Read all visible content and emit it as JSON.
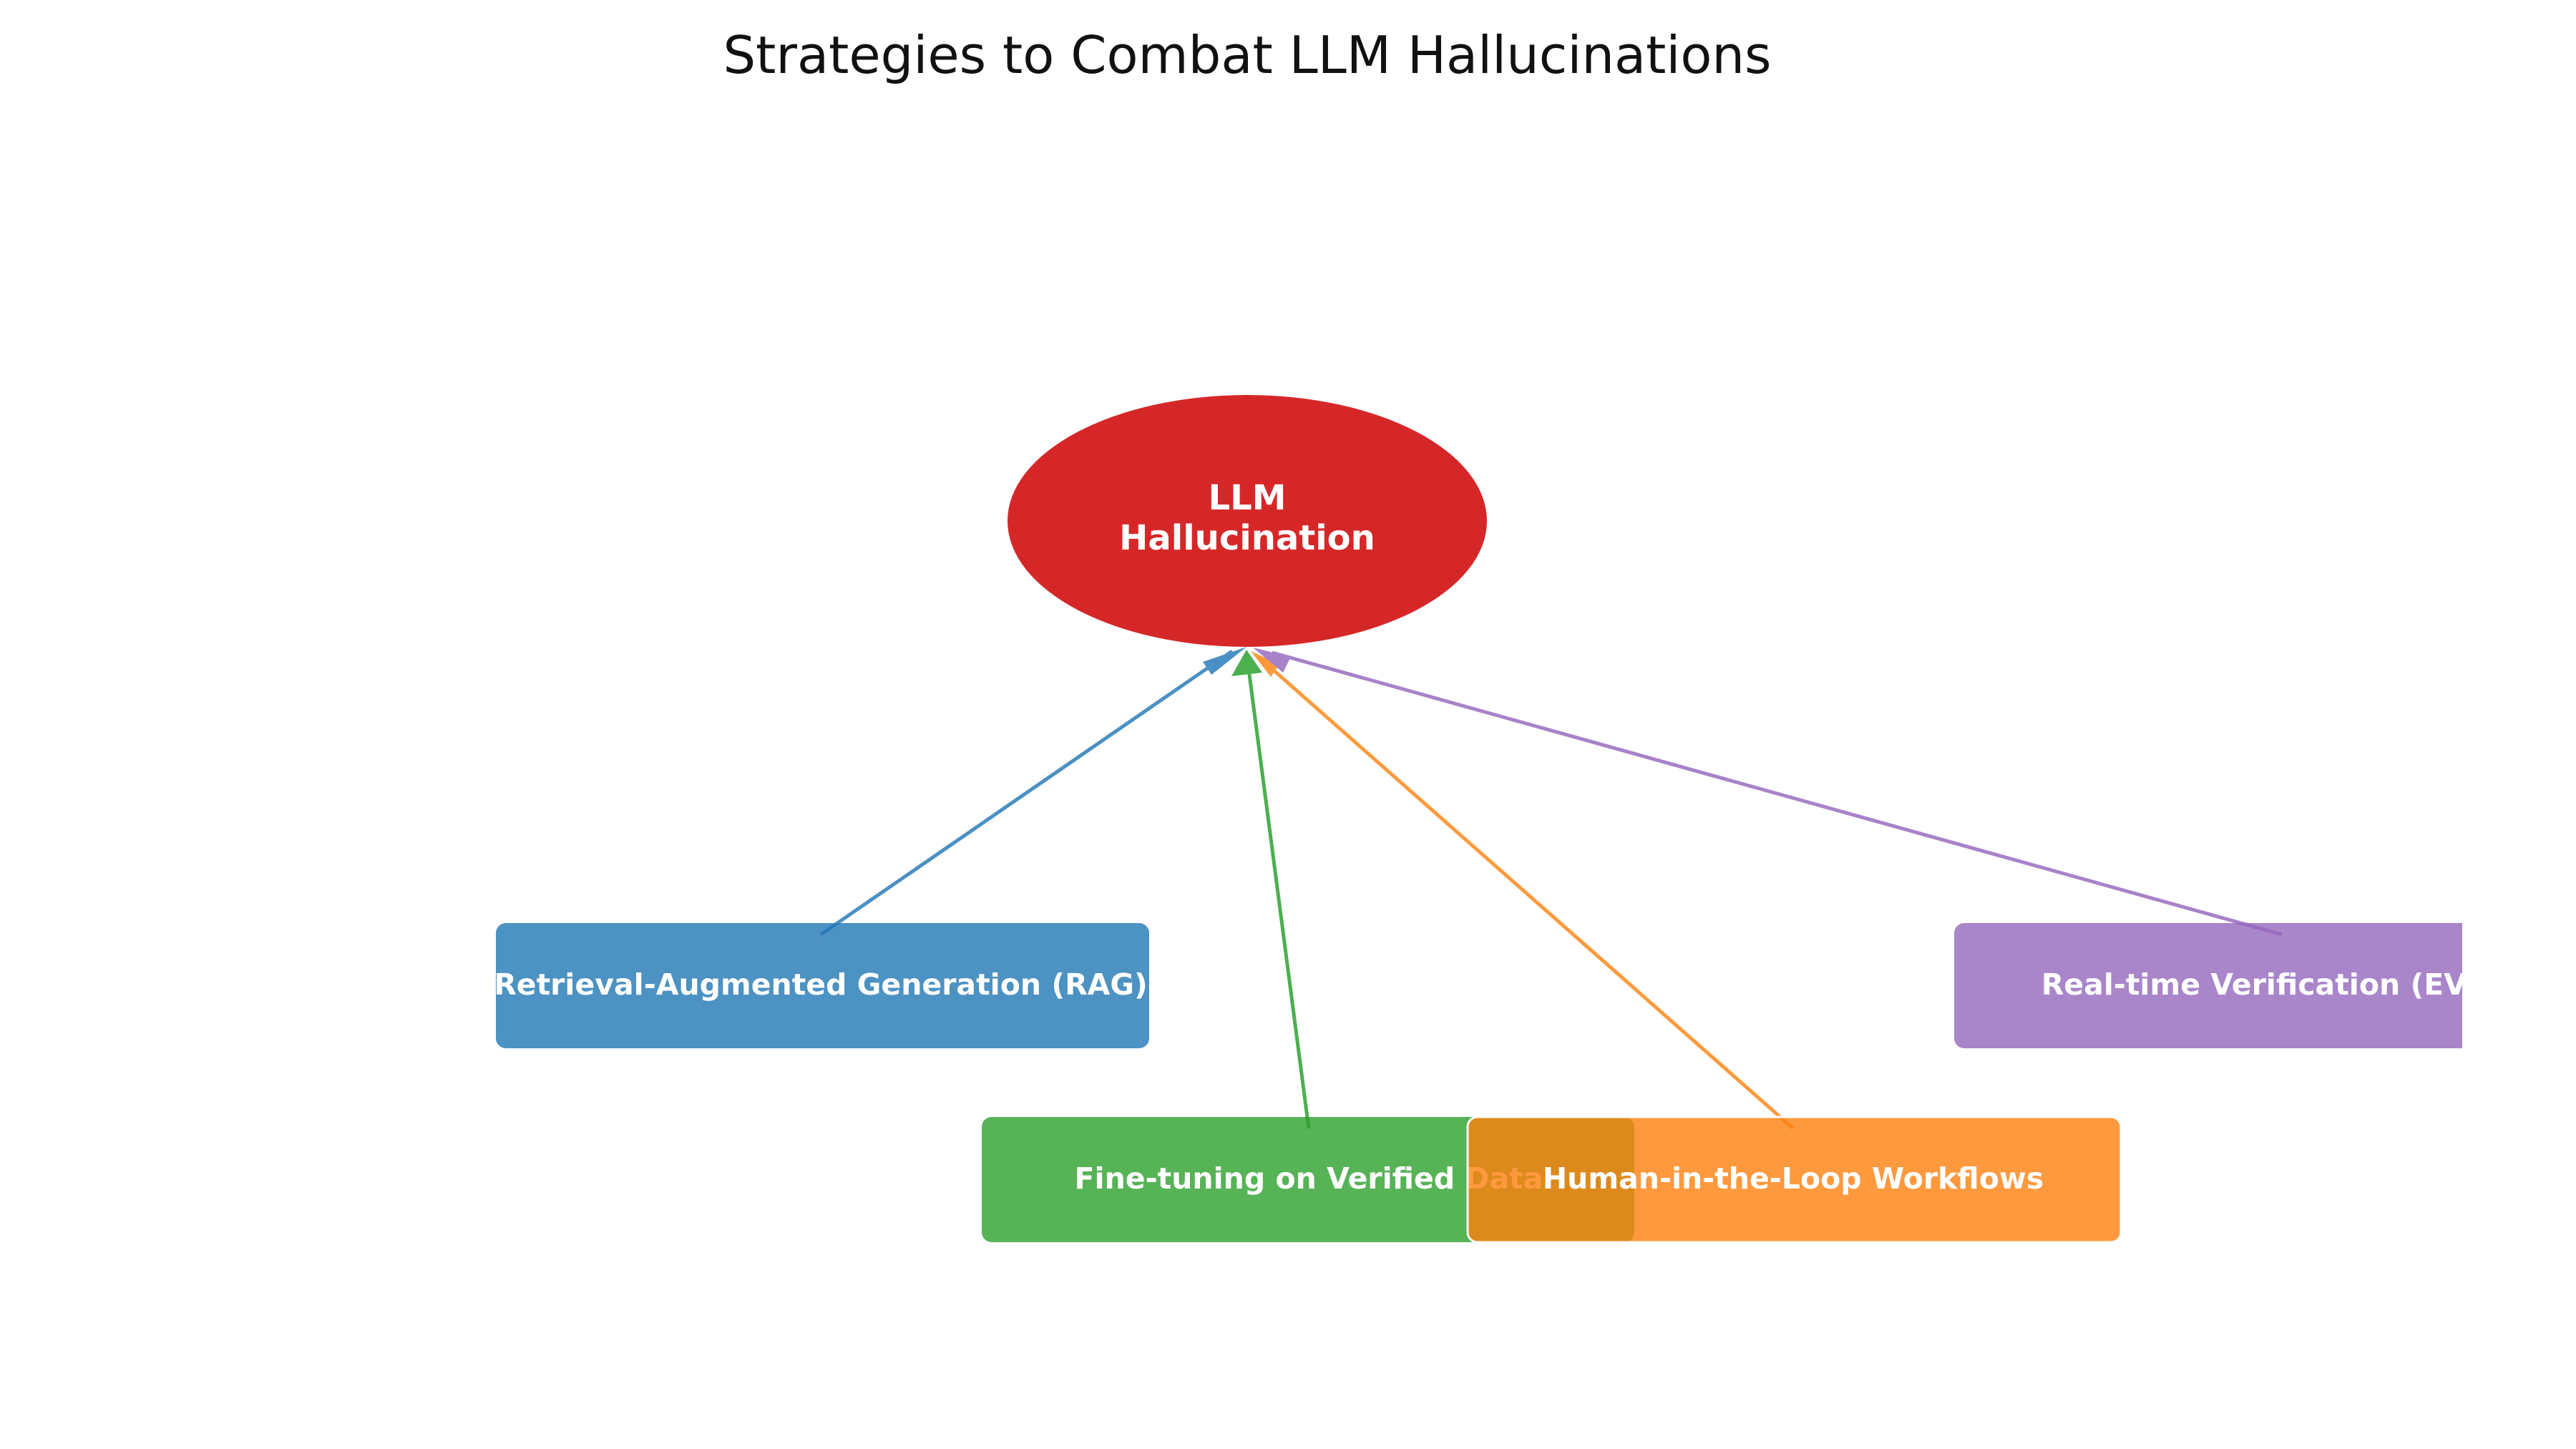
{
  "title": "Strategies to Combat LLM Hallucinations",
  "center": {
    "line1": "LLM",
    "line2": "Hallucination",
    "color": "#d62728"
  },
  "strategies": [
    {
      "label": "Retrieval-Augmented Generation (RAG)",
      "color": "#1f77b4",
      "arrow_color": "#4a90c4"
    },
    {
      "label": "Fine-tuning on Verified Data",
      "color": "#2ca02c",
      "arrow_color": "#4caf50"
    },
    {
      "label": "Human-in-the-Loop Workflows",
      "color": "#ff7f0e",
      "arrow_color": "#ff9a3c"
    },
    {
      "label": "Real-time Verification (EVER)",
      "color": "#9467bd",
      "arrow_color": "#a882c8"
    }
  ]
}
